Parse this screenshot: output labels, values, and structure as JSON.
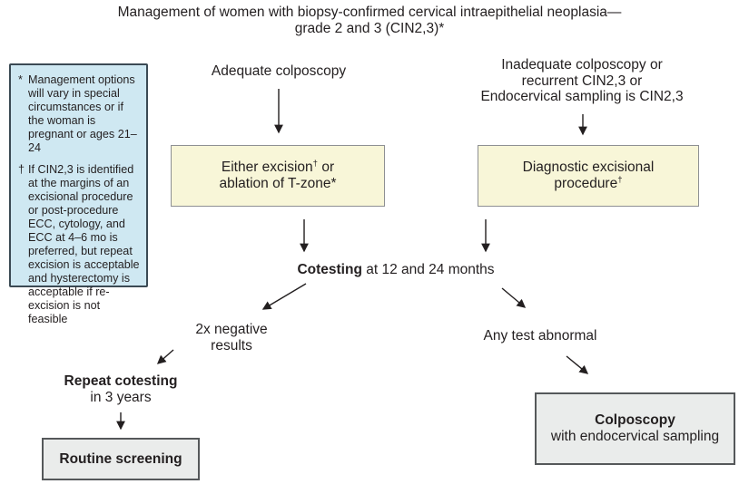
{
  "title": {
    "line1": "Management of women with biopsy-confirmed cervical intraepithelial neoplasia—",
    "line2": "grade 2 and 3 (CIN2,3)*"
  },
  "footnotes": {
    "items": [
      {
        "marker": "*",
        "text": "Management options will vary in special circumstances or if the woman is pregnant or ages 21–24"
      },
      {
        "marker": "†",
        "text": "If CIN2,3 is identified at the margins of an excisional procedure or post-procedure ECC, cytology, and ECC at 4–6 mo is preferred, but repeat excision is acceptable and hysterectomy is acceptable if re-excision is not feasible"
      }
    ]
  },
  "flow": {
    "left_branch_label": "Adequate colposcopy",
    "right_branch": {
      "line1": "Inadequate colposcopy or",
      "line2": "recurrent CIN2,3 or",
      "line3": "Endocervical sampling is CIN2,3"
    },
    "excision_box": {
      "line1_pre": "Either excision",
      "line1_sup": "†",
      "line1_post": " or",
      "line2": "ablation of T-zone*"
    },
    "diagnostic_box": {
      "line1": "Diagnostic excisional",
      "line2_pre": "procedure",
      "line2_sup": "†"
    },
    "cotesting": {
      "bold": "Cotesting",
      "rest": " at 12 and 24 months"
    },
    "negative_results": {
      "line1": "2x negative",
      "line2": "results"
    },
    "any_abnormal": "Any test abnormal",
    "repeat_cotesting": {
      "line1": "Repeat cotesting",
      "line2": "in 3 years"
    },
    "routine_box": {
      "label": "Routine screening"
    },
    "colposcopy_box": {
      "line1": "Colposcopy",
      "line2": "with endocervical sampling"
    }
  },
  "colors": {
    "note_fill": "#cfe8f2",
    "note_border": "#3b4a54",
    "procedure_fill": "#f8f6d8",
    "procedure_border": "#8e9093",
    "outcome_fill": "#eaeceb",
    "outcome_border": "#55585a",
    "arrow": "#231f20",
    "text": "#231f20"
  }
}
